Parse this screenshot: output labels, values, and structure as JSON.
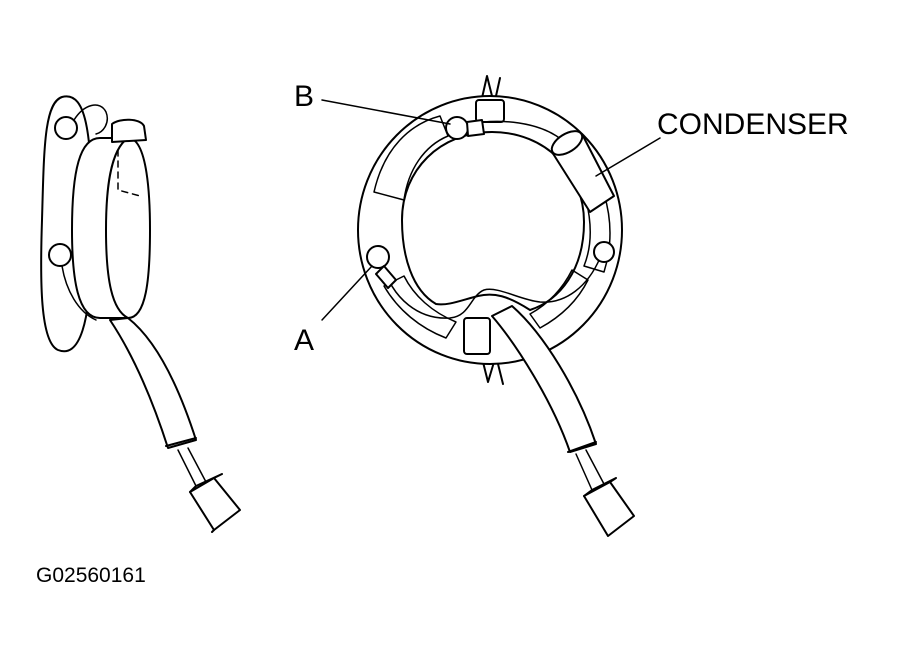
{
  "labels": {
    "a": "A",
    "b": "B",
    "condenser": "CONDENSER"
  },
  "figure_id": "G02560161"
}
